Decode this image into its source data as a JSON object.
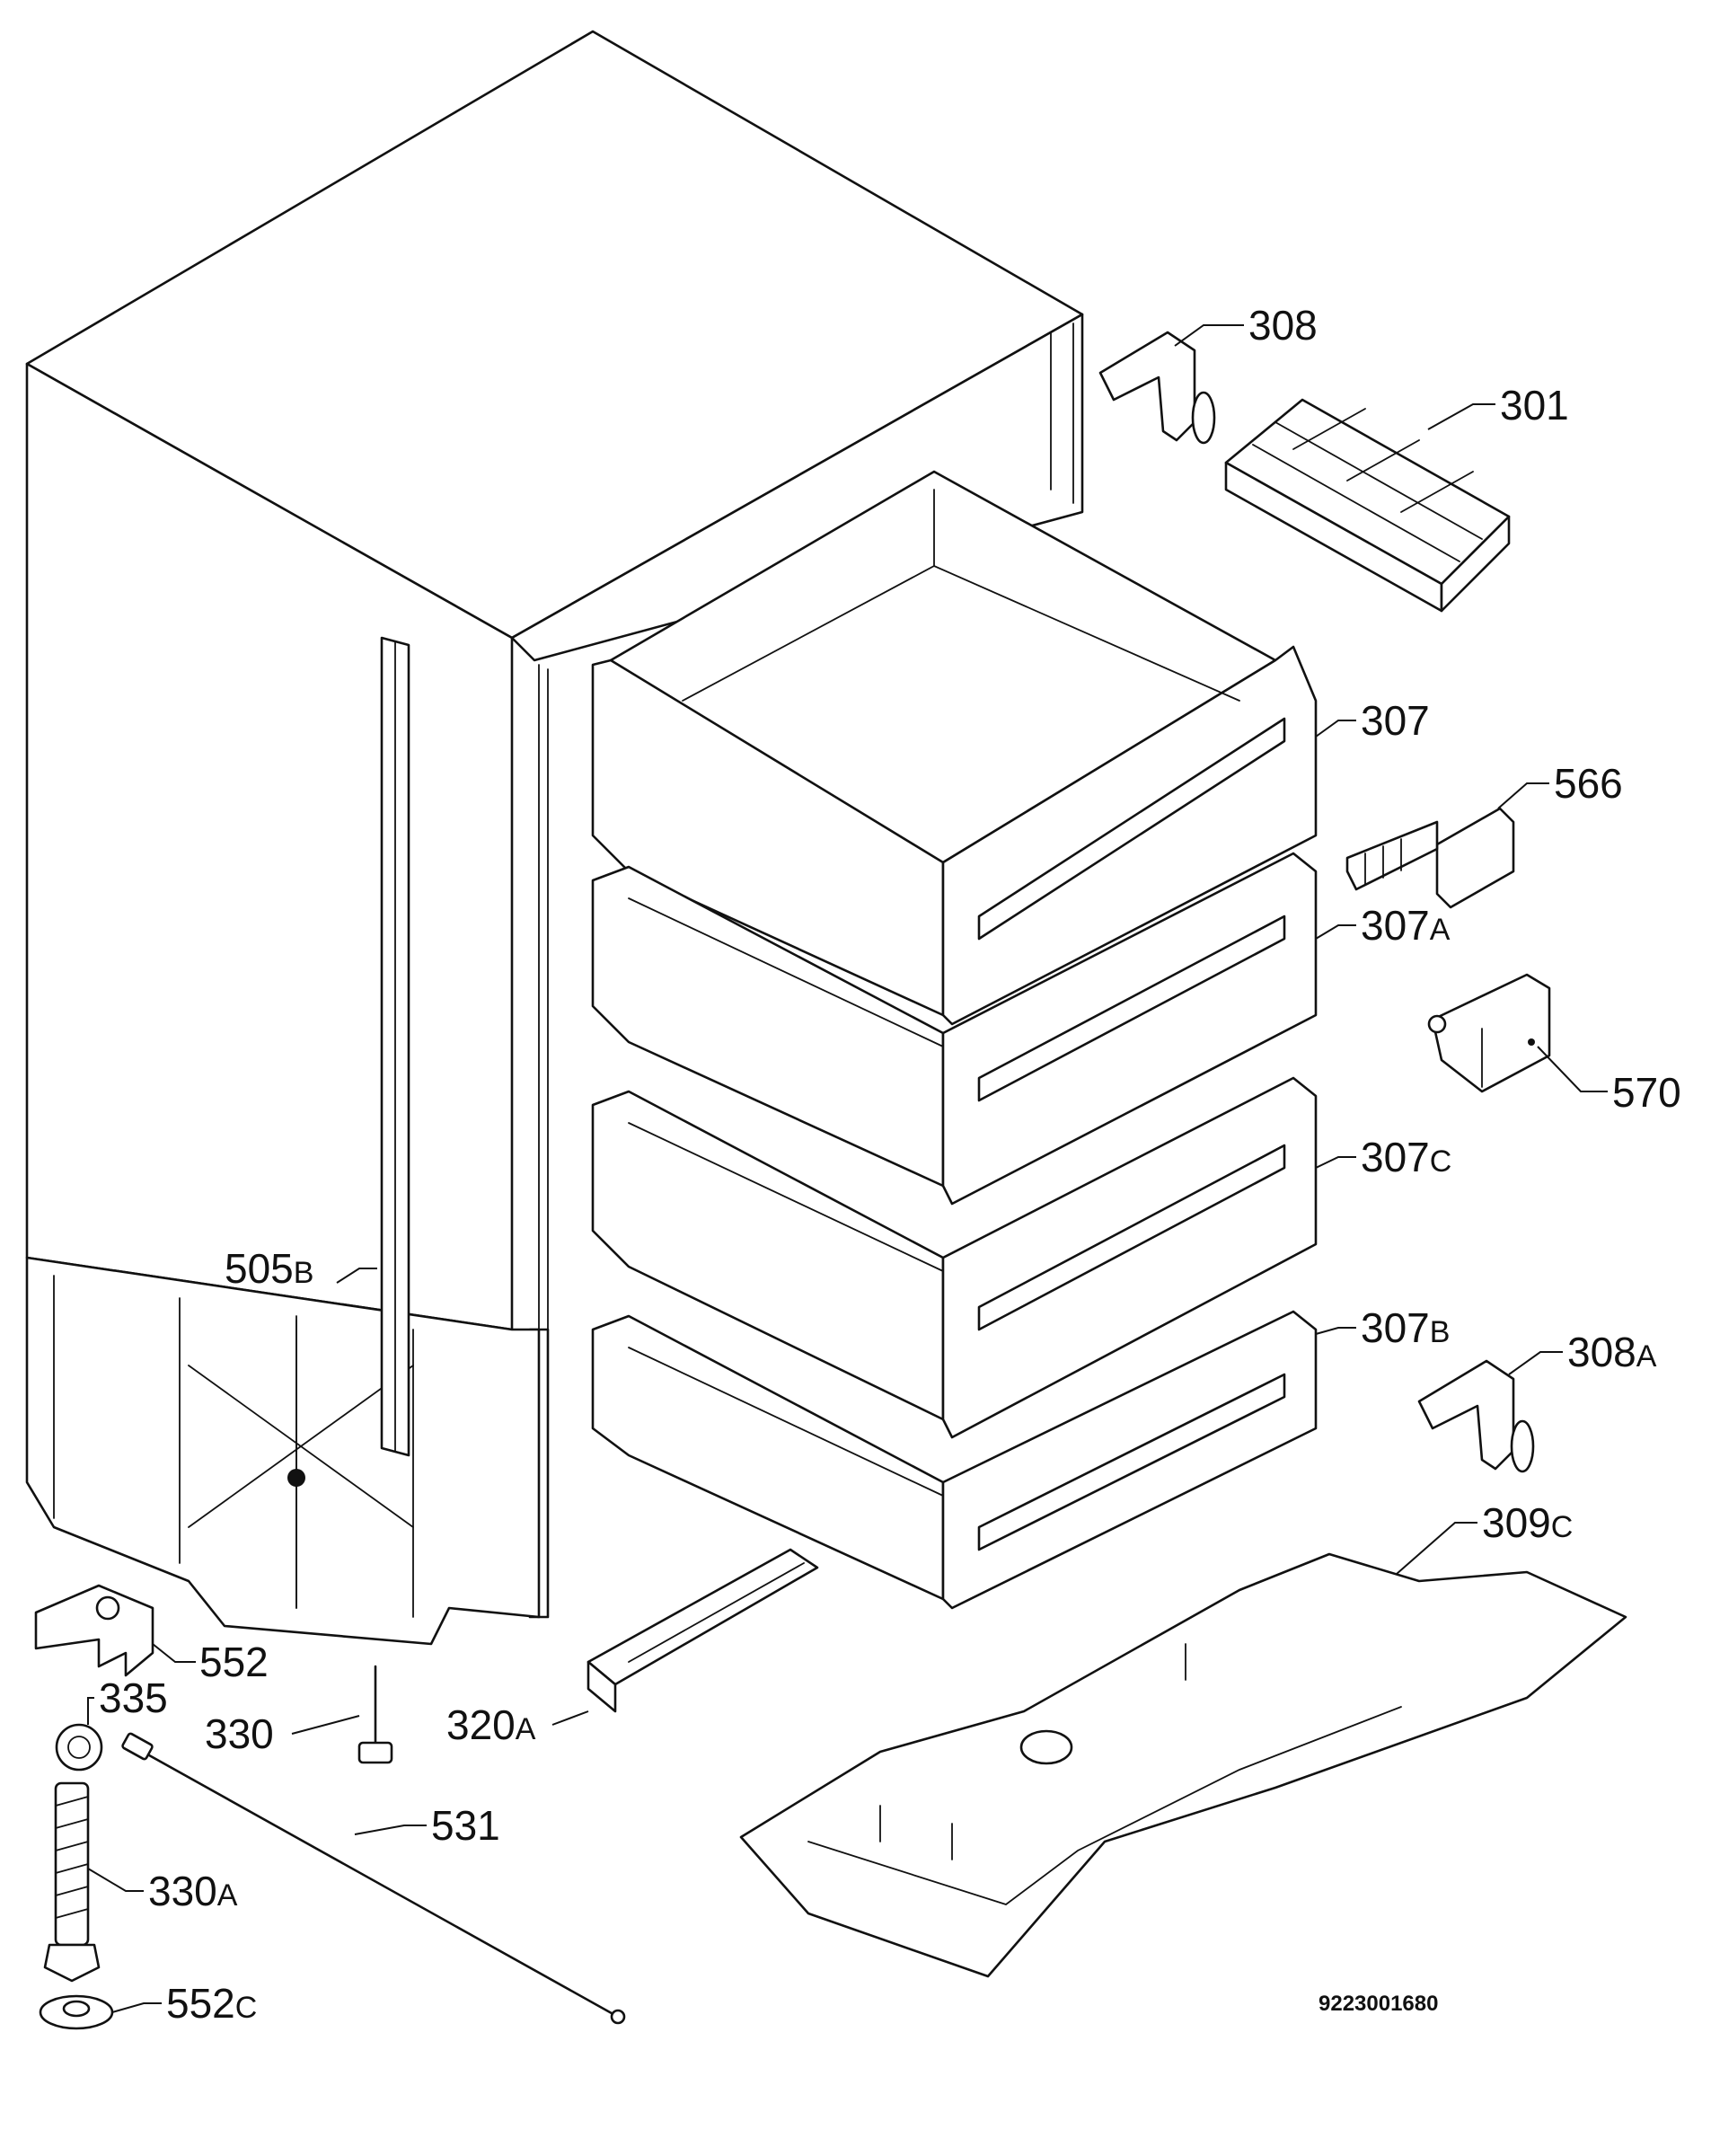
{
  "drawing_number": "9223001680",
  "parts": [
    {
      "id": "p308",
      "num": "308",
      "suffix": ""
    },
    {
      "id": "p301",
      "num": "301",
      "suffix": ""
    },
    {
      "id": "p307",
      "num": "307",
      "suffix": ""
    },
    {
      "id": "p566",
      "num": "566",
      "suffix": ""
    },
    {
      "id": "p307a",
      "num": "307",
      "suffix": "A"
    },
    {
      "id": "p570",
      "num": "570",
      "suffix": ""
    },
    {
      "id": "p307c",
      "num": "307",
      "suffix": "C"
    },
    {
      "id": "p505b",
      "num": "505",
      "suffix": "B"
    },
    {
      "id": "p307b",
      "num": "307",
      "suffix": "B"
    },
    {
      "id": "p308a",
      "num": "308",
      "suffix": "A"
    },
    {
      "id": "p309c",
      "num": "309",
      "suffix": "C"
    },
    {
      "id": "p552",
      "num": "552",
      "suffix": ""
    },
    {
      "id": "p335",
      "num": "335",
      "suffix": ""
    },
    {
      "id": "p330",
      "num": "330",
      "suffix": ""
    },
    {
      "id": "p320a",
      "num": "320",
      "suffix": "A"
    },
    {
      "id": "p531",
      "num": "531",
      "suffix": ""
    },
    {
      "id": "p330a",
      "num": "330",
      "suffix": "A"
    },
    {
      "id": "p552c",
      "num": "552",
      "suffix": "C"
    }
  ]
}
